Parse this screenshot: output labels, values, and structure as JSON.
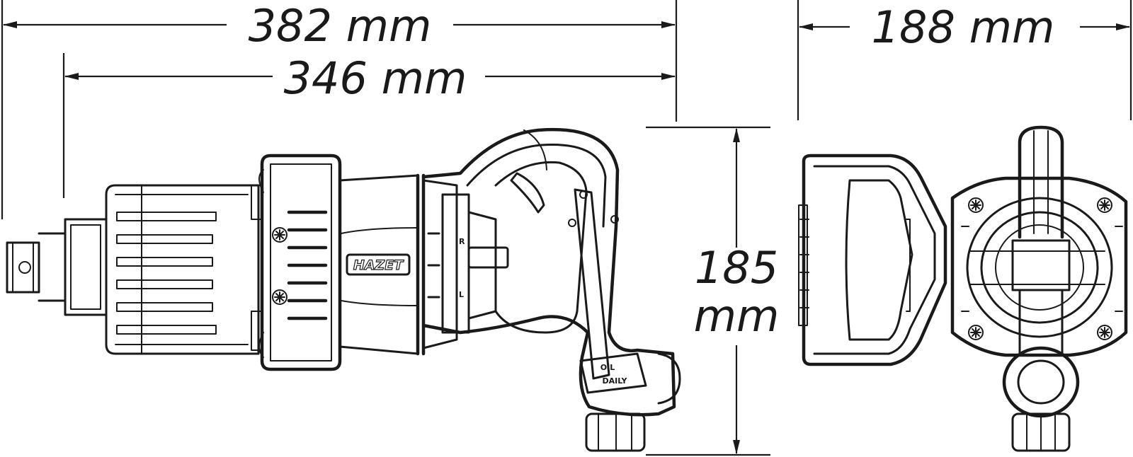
{
  "dimensions": {
    "overall_length": "382 mm",
    "body_length": "346 mm",
    "width": "188 mm",
    "height_value": "185",
    "height_unit": "mm"
  },
  "product": {
    "brand_label": "HAZET",
    "oil_badge_top": "OIL",
    "oil_badge_bottom": "DAILY",
    "direction_right": "R",
    "direction_left": "L"
  },
  "icons": [
    "dimension-arrow",
    "screw-head"
  ]
}
